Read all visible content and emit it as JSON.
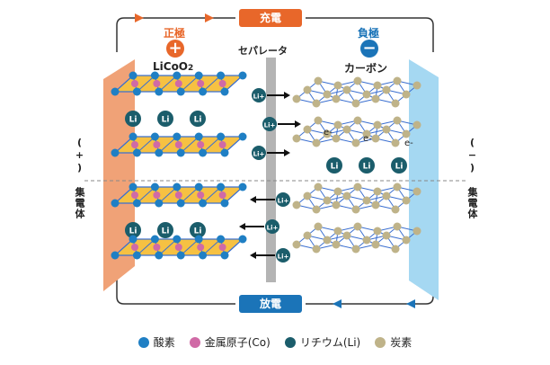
{
  "flow": {
    "charge": "充電",
    "discharge": "放電"
  },
  "positive": {
    "name": "正極",
    "symbol": "+",
    "material": "LiCoO",
    "material_sub": "2",
    "collector": "(+) 集電体"
  },
  "negative": {
    "name": "負極",
    "symbol": "−",
    "material": "カーボン",
    "collector": "(−) 集電体"
  },
  "separator": {
    "label": "セパレータ"
  },
  "tokens": {
    "li": "Li",
    "li_ion": "Li+",
    "electron": "e-"
  },
  "legend": [
    {
      "label": "酸素",
      "color": "#1f7fc4"
    },
    {
      "label": "金属原子(Co)",
      "color": "#d06aa6"
    },
    {
      "label": "リチウム(Li)",
      "color": "#1b5d6b"
    },
    {
      "label": "炭素",
      "color": "#bfb389"
    }
  ],
  "colors": {
    "charge": "#e8672a",
    "discharge": "#1b74b8",
    "positive_collector": "#f0a277",
    "negative_collector": "#a5d8f2",
    "layer_fill": "#f6c142",
    "bond": "#3b6fd0",
    "separator": "#b4b4b4"
  }
}
